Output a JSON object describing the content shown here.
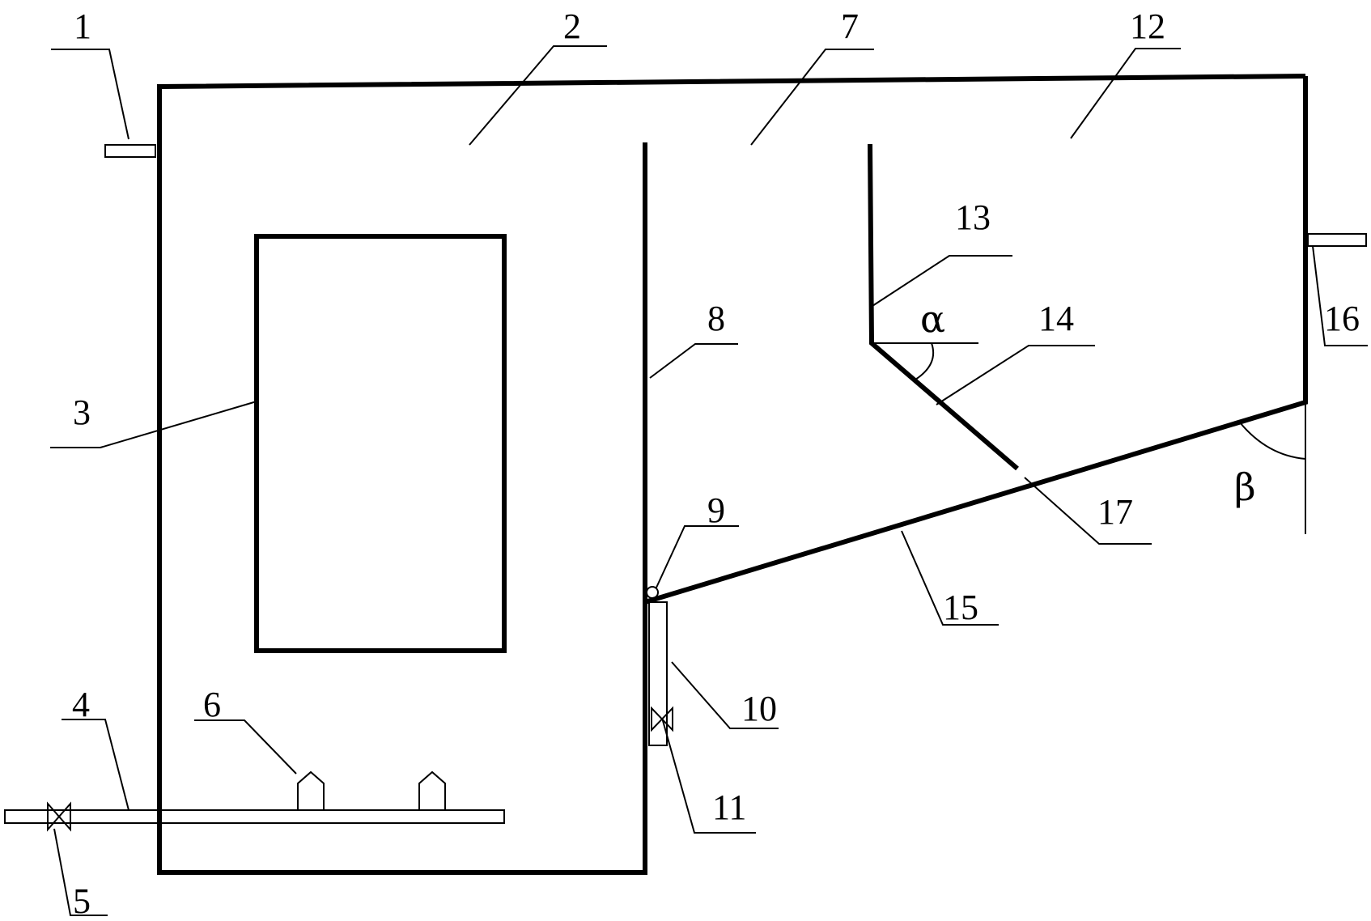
{
  "labels": {
    "l1": "1",
    "l2": "2",
    "l3": "3",
    "l4": "4",
    "l5": "5",
    "l6": "6",
    "l7": "7",
    "l8": "8",
    "l9": "9",
    "l10": "10",
    "l11": "11",
    "l12": "12",
    "l13": "13",
    "l14": "14",
    "l15": "15",
    "l16": "16",
    "l17": "17"
  },
  "angles": {
    "alpha": "α",
    "beta": "β"
  },
  "colors": {
    "line": "#000000",
    "background": "#ffffff"
  }
}
